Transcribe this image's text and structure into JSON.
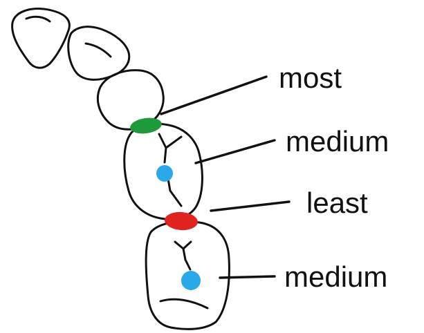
{
  "labels": {
    "most": "most",
    "medium_upper": "medium",
    "least": "least",
    "medium_lower": "medium"
  },
  "colors": {
    "outline": "#111111",
    "contact_most": "#1f9a3a",
    "contact_least": "#e0231f",
    "center": "#2aa8e8",
    "background": "#ffffff",
    "text": "#111111"
  }
}
